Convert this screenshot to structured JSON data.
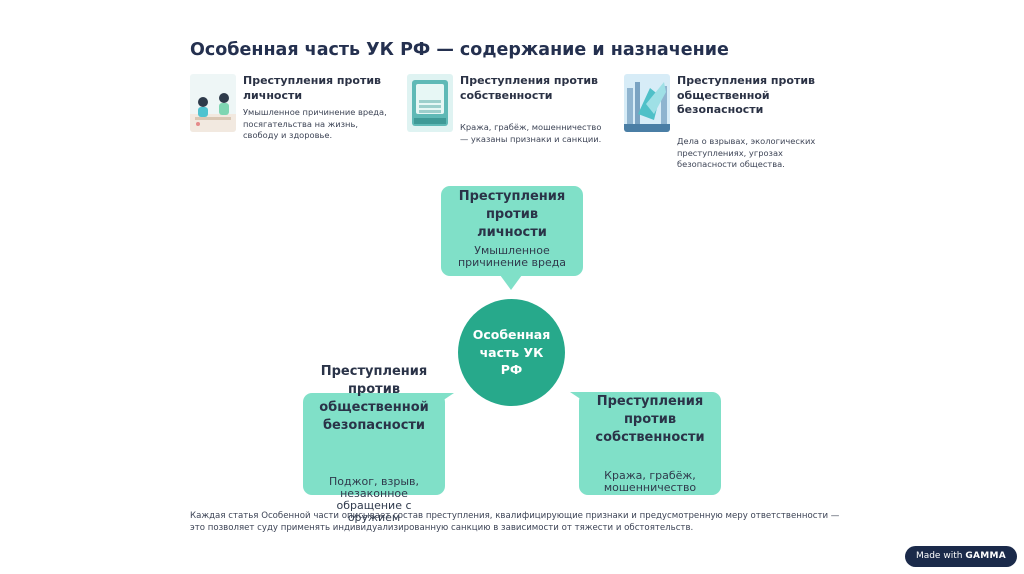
{
  "page": {
    "title": "Особенная часть УК РФ — содержание и назначение"
  },
  "cards": [
    {
      "title": "Преступления против личности",
      "description": "Умышленное причинение вреда, посягательства на жизнь, свободу и здоровье.",
      "image": "people-illustration"
    },
    {
      "title": "Преступления против собственности",
      "description": "Кража, грабёж, мошенничество — указаны признаки и санкции.",
      "image": "safe-illustration"
    },
    {
      "title": "Преступления против общественной безопасности",
      "description": "Дела о взрывах, экологических преступлениях, угрозах безопасности общества.",
      "image": "city-illustration"
    }
  ],
  "diagram": {
    "center": "Особенная часть УК РФ",
    "top": {
      "title": "Преступления против личности",
      "description": "Умышленное причинение вреда"
    },
    "left": {
      "title": "Преступления против общественной безопасности",
      "description": "Поджог, взрыв, незаконное обращение с оружием"
    },
    "right": {
      "title": "Преступления против собственности",
      "description": "Кража, грабёж, мошенничество"
    }
  },
  "footer": "Каждая статья Особенной части описывает состав преступления, квалифицирующие признаки и предусмотренную меру ответственности — это позволяет суду применять индивидуализированную санкцию в зависимости от тяжести и обстоятельств.",
  "badge": {
    "prefix": "Made with",
    "brand": "GAMMA"
  },
  "colors": {
    "bubble": "#80e0c8",
    "center": "#27a98b",
    "title": "#24304f",
    "badge": "#1b2a4a"
  }
}
